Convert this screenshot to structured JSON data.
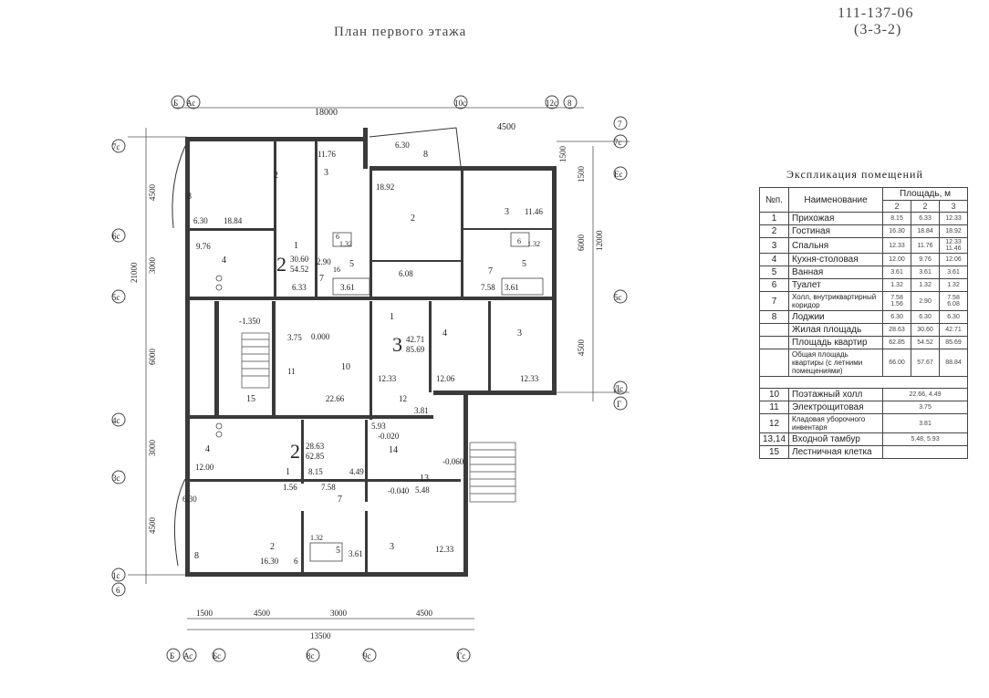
{
  "header": {
    "plan_title": "План первого этажа",
    "series": "111-137-06",
    "config": "(3-3-2)"
  },
  "explication": {
    "title": "Экспликация помещений",
    "col_no": "№п.",
    "col_name": "Наименование",
    "col_area": "Площадь, м",
    "apt_types": [
      "2",
      "2",
      "3"
    ],
    "rows": [
      {
        "no": "1",
        "name": "Прихожая",
        "v": [
          "8.15",
          "6.33",
          "12.33"
        ]
      },
      {
        "no": "2",
        "name": "Гостиная",
        "v": [
          "16.30",
          "18.84",
          "18.92"
        ]
      },
      {
        "no": "3",
        "name": "Спальня",
        "v": [
          "12.33",
          "11.76",
          "12.33\n11.46"
        ]
      },
      {
        "no": "4",
        "name": "Кухня-столовая",
        "v": [
          "12.00",
          "9.76",
          "12.06"
        ]
      },
      {
        "no": "5",
        "name": "Ванная",
        "v": [
          "3.61",
          "3.61",
          "3.61"
        ]
      },
      {
        "no": "6",
        "name": "Туалет",
        "v": [
          "1.32",
          "1.32",
          "1.32"
        ]
      },
      {
        "no": "7",
        "name": "Холл, внутриквартирный коридор",
        "v": [
          "7.58\n1.56",
          "2.90",
          "7.58\n6.08"
        ]
      },
      {
        "no": "8",
        "name": "Лоджии",
        "v": [
          "6.30",
          "6.30",
          "6.30"
        ]
      },
      {
        "no": "",
        "name": "Жилая площадь",
        "v": [
          "28.63",
          "30.60",
          "42.71"
        ]
      },
      {
        "no": "",
        "name": "Площадь квартир",
        "v": [
          "62.85",
          "54.52",
          "85.69"
        ]
      },
      {
        "no": "",
        "name": "Общая площадь квартиры (с летними помещениями)",
        "v": [
          "66.00",
          "57.67",
          "88.84"
        ]
      }
    ],
    "rows2": [
      {
        "no": "10",
        "name": "Поэтажный холл",
        "v": "22.66, 4.49"
      },
      {
        "no": "11",
        "name": "Электрощитовая",
        "v": "3.75"
      },
      {
        "no": "12",
        "name": "Кладовая уборочного инвентаря",
        "v": "3.81"
      },
      {
        "no": "13,14",
        "name": "Входной тамбур",
        "v": "5.48, 5.93"
      },
      {
        "no": "15",
        "name": "Лестничная клетка",
        "v": ""
      }
    ]
  },
  "plan": {
    "top_dims": [
      "18000",
      "4500",
      "1500"
    ],
    "bottom_dims": [
      "1500",
      "4500",
      "3000",
      "4500",
      "13500"
    ],
    "left_dims": [
      "4500",
      "3000",
      "21000",
      "6000",
      "3000",
      "4500"
    ],
    "right_dims": [
      "1500",
      "6000",
      "12000",
      "4500"
    ],
    "axes_top": [
      "Б",
      "Ас",
      "10с",
      "12с",
      "8",
      "7",
      "7с",
      "Ес",
      "5с",
      "Дс",
      "Г"
    ],
    "axes_bottom": [
      "Б",
      "Ас",
      "Бс",
      "8с",
      "9с",
      "Гс"
    ],
    "axes_left": [
      "7с",
      "6с",
      "5с",
      "4с",
      "3с",
      "1с",
      "6"
    ],
    "apartments": [
      {
        "type": "2",
        "living": "30.60",
        "total": "54.52"
      },
      {
        "type": "3",
        "living": "42.71",
        "total": "85.69"
      },
      {
        "type": "2",
        "living": "28.63",
        "total": "62.85"
      }
    ],
    "labels": {
      "a1_r2": "2",
      "a1_r2a": "18.84",
      "a1_r3": "3",
      "a1_r3a": "11.76",
      "a1_r8": "8",
      "a1_r8a": "6.30",
      "a1_r4": "4",
      "a1_r4a": "9.76",
      "a1_r1": "1",
      "a1_r7": "7",
      "a1_r7a": "2.90",
      "a1_r5": "5",
      "a1_r5a": "3.61",
      "a1_r6": "6",
      "a1_r6a": "1.32",
      "a1_r16": "16",
      "a1_r1a": "6.33",
      "a2_r8": "8",
      "a2_r8a": "6.30",
      "a2_r2": "2",
      "a2_r2a": "18.92",
      "a2_r3": "3",
      "a2_r3a": "11.46",
      "a2_r6": "6",
      "a2_r6a": "1.32",
      "a2_r5": "5",
      "a2_r5a": "3.61",
      "a2_r7": "7",
      "a2_r7a": "7.58",
      "a2_r7b": "6.08",
      "a2_r1": "1",
      "a2_r4": "4",
      "a2_r4a": "12.06",
      "a2_r3b": "3",
      "a2_r3c": "12.33",
      "a2_r1a": "12.33",
      "c_r10": "10",
      "c_r10a": "22.66",
      "c_r11": "11",
      "c_r11a": "3.75",
      "c_r15": "15",
      "c_lvl1": "-1.350",
      "c_lvl2": "0.000",
      "c_r12": "12",
      "c_r12a": "3.81",
      "c_r14": "14",
      "c_r14a": "5.93",
      "c_lvl3": "-0.020",
      "c_r13": "13",
      "c_r13a": "5.48",
      "c_lvl4": "-0.040",
      "c_lvl5": "-0.060",
      "c_r10b": "4.49",
      "a3_r4": "4",
      "a3_r4a": "12.00",
      "a3_r1": "1",
      "a3_r1a": "8.15",
      "a3_r1b": "1.56",
      "a3_r7": "7",
      "a3_r7a": "7.58",
      "a3_r8": "8",
      "a3_r8a": "6.30",
      "a3_r2": "2",
      "a3_r2a": "16.30",
      "a3_r6": "6",
      "a3_r6a": "1.32",
      "a3_r5": "5",
      "a3_r5a": "3.61",
      "a3_r3": "3",
      "a3_r3a": "12.33"
    }
  }
}
